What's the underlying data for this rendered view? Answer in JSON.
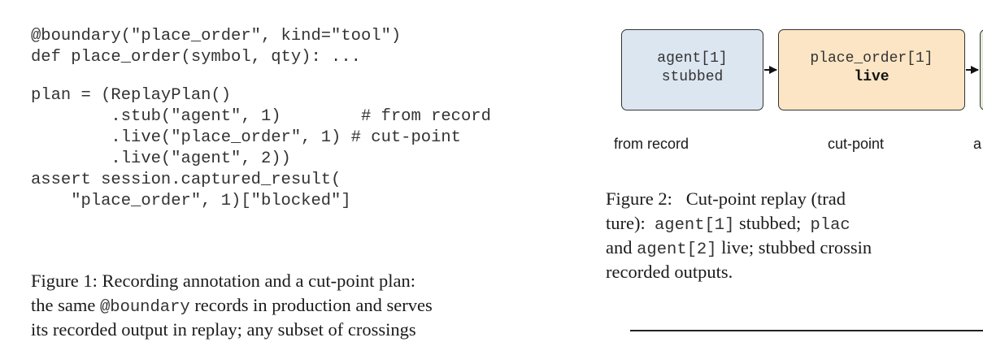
{
  "code": {
    "lines": [
      "@boundary(\"place_order\", kind=\"tool\")",
      "def place_order(symbol, qty): ...",
      "plan = (ReplayPlan()",
      "        .stub(\"agent\", 1)        # from record",
      "        .live(\"place_order\", 1) # cut-point",
      "        .live(\"agent\", 2))",
      "assert session.captured_result(",
      "    \"place_order\", 1)[\"blocked\"]"
    ]
  },
  "figure1": {
    "line1": "Figure 1: Recording annotation and a cut-point plan:",
    "line2_pre": "the same ",
    "line2_code": "@boundary",
    "line2_post": " records in production and serves",
    "line3": "its recorded output in replay; any subset of crossings"
  },
  "diagram": {
    "nodes": [
      {
        "name": "agent[1]",
        "state": "stubbed",
        "fill": "#dce6f1"
      },
      {
        "name": "place_order[1]",
        "state": "live",
        "fill": "#fbe5c4"
      },
      {
        "name": "",
        "state": "",
        "fill": "#e3edd6"
      }
    ],
    "labels": [
      "from record",
      "cut-point",
      "a"
    ]
  },
  "figure2": {
    "l1_pre": "Figure 2:   Cut-point replay (trad",
    "l2_pre": "ture):  ",
    "l2_code1": "agent[1]",
    "l2_mid": " stubbed;  ",
    "l2_code2": "plac",
    "l3_pre": "and ",
    "l3_code": "agent[2]",
    "l3_post": " live; stubbed crossin",
    "l4": "recorded outputs."
  }
}
